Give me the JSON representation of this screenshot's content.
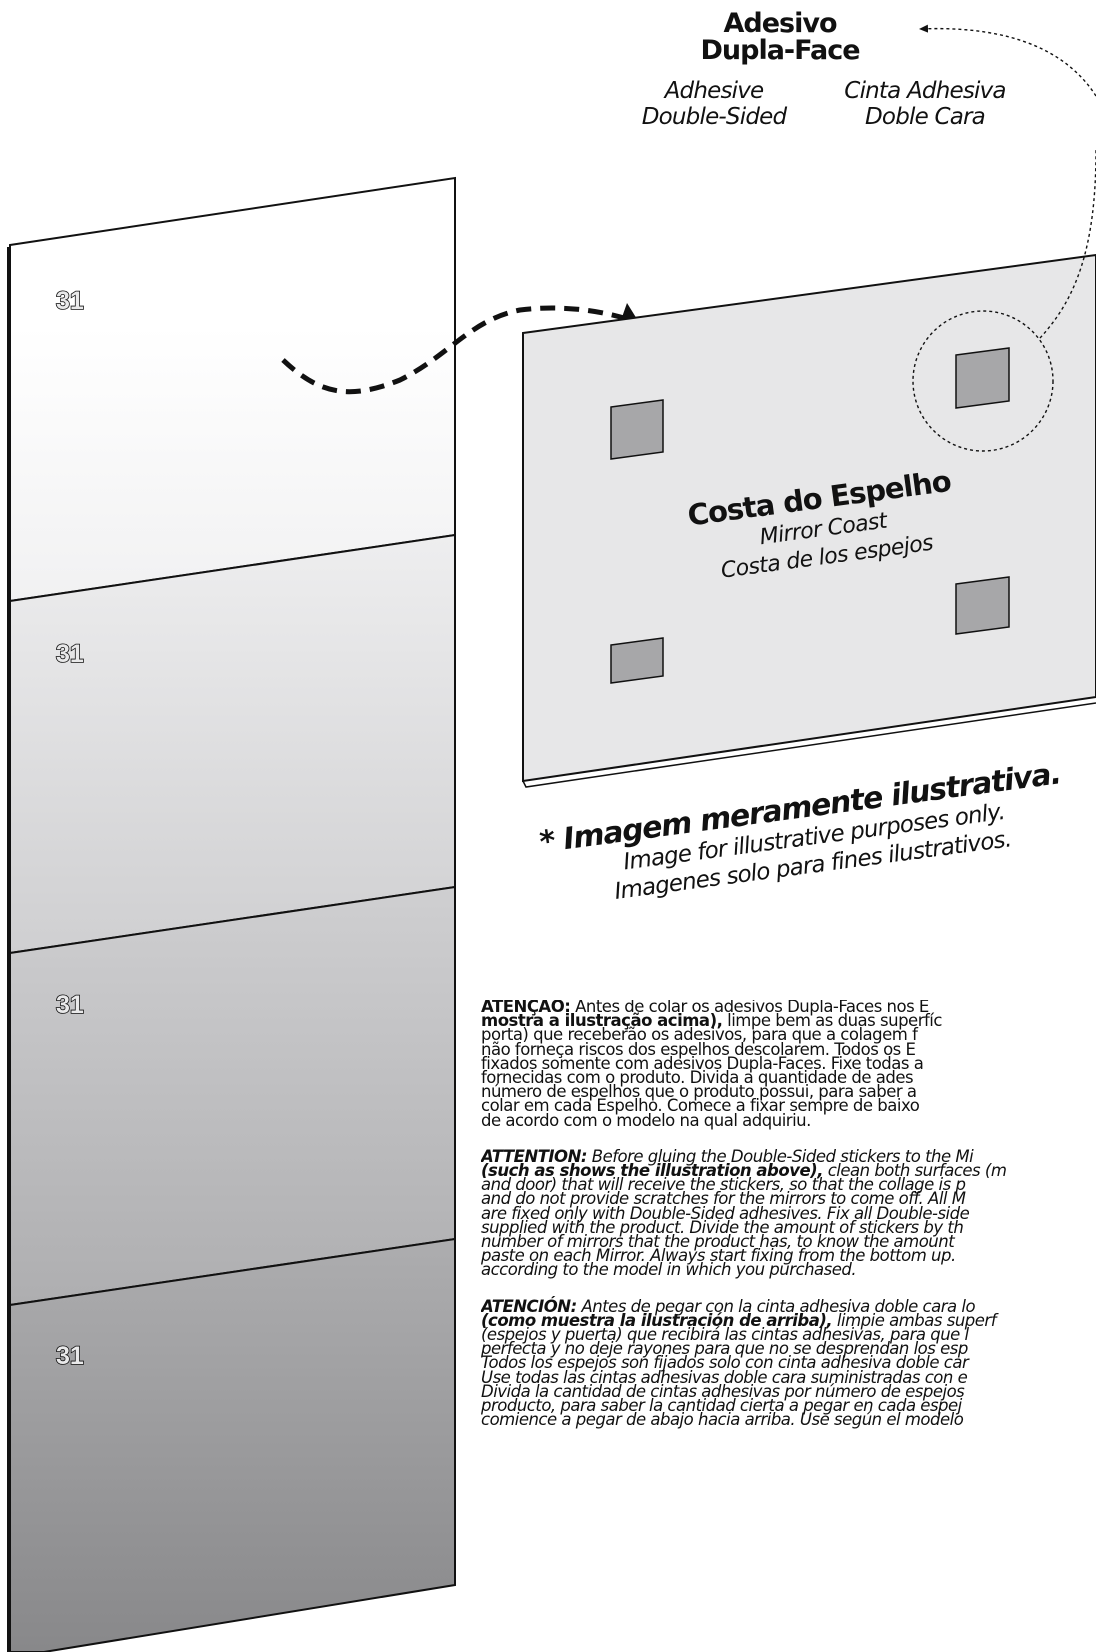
{
  "adhesive_label": {
    "pt_line1": "Adesivo",
    "pt_line2": "Dupla-Face",
    "en_line1": "Adhesive",
    "en_line2": "Double-Sided",
    "es_line1": "Cinta Adhesiva",
    "es_line2": "Doble Cara"
  },
  "mirror_panels": {
    "labels": [
      "31",
      "31",
      "31",
      "31"
    ]
  },
  "mirror_back": {
    "title_pt": "Costa do Espelho",
    "title_en": "Mirror Coast",
    "title_es": "Costa de los espejos"
  },
  "disclaimer": {
    "pt": "* Imagem meramente ilustrativa.",
    "en": "Image for illustrative purposes only.",
    "es": "Imagenes solo para fines ilustrativos."
  },
  "instructions": {
    "pt": {
      "heading": "ATENÇÃO:",
      "line1_rest": " Antes de colar os adesivos Dupla-Faces nos E",
      "line2_bold": "mostra a ilustração acima),",
      "line2_rest": " limpe bem as duas superfíc",
      "line3": "porta) que receberão os adesivos, para que a colagem f",
      "line4": "não forneça riscos dos espelhos descolarem. Todos os E",
      "line5": "fixados somente com adesivos Dupla-Faces. Fixe todas a",
      "line6": "fornecidas com o produto. Divida a quantidade de ades",
      "line7": "número de espelhos que o produto possui, para saber a",
      "line8": "colar em cada Espelho. Comece a fixar sempre de baixo",
      "line9": "de acordo com o modelo na qual adquiriu."
    },
    "en": {
      "heading": "ATTENTION:",
      "line1_rest": " Before gluing the Double-Sided stickers to the Mi",
      "line2_bold": "(such as shows the illustration above),",
      "line2_rest": " clean both surfaces (m",
      "line3": "and door) that will receive the stickers, so that the collage is p",
      "line4": "and do not provide scratches for the mirrors to come off. All M",
      "line5": "are fixed only with Double-Sided adhesives. Fix all Double-side",
      "line6": "supplied with the product. Divide the amount of stickers by th",
      "line7": "number of mirrors that the product has, to know the amount",
      "line8": "paste on each Mirror. Always start fixing from the bottom up.",
      "line9": "according to the model in which you purchased."
    },
    "es": {
      "heading": "ATENCIÓN:",
      "line1_rest": " Antes de pegar con la cinta adhesiva doble cara lo",
      "line2_bold": "(como muestra la ilustración de arriba),",
      "line2_rest": " limpie ambas superf",
      "line3": "(espejos y puerta) que recibirá las cintas adhesivas, para que l",
      "line4": "perfecta y no deje rayones para que no se desprendan los esp",
      "line5": "Todos los espejos son fijados solo con cinta adhesiva doble car",
      "line6": "Use todas las cintas adhesivas doble cara suministradas con e",
      "line7": "Divida la cantidad de cintas adhesivas por número de espejos",
      "line8": "producto, para saber la cantidad cierta a pegar en cada espej",
      "line9": "comience a pegar de abajo hacia arriba. Use según el modelo"
    }
  }
}
